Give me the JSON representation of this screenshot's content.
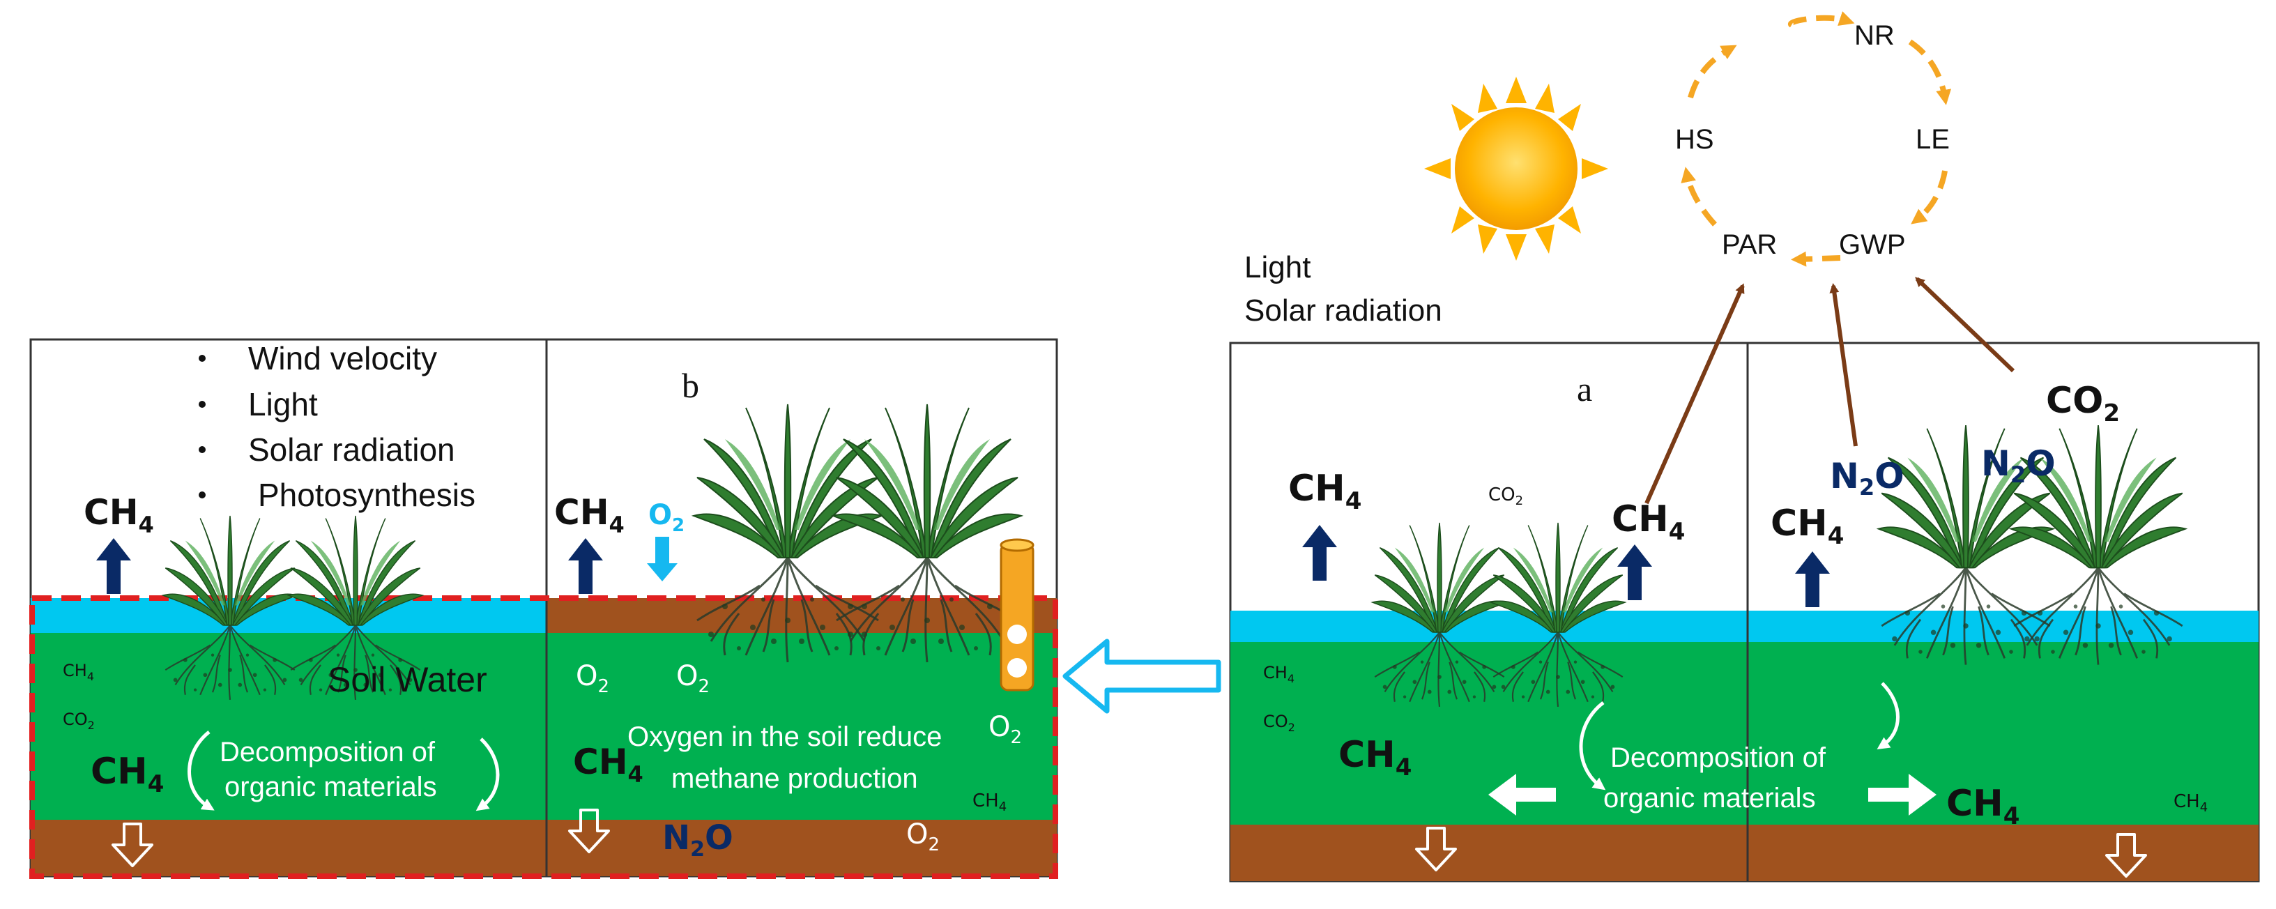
{
  "left_panel": {
    "factors": [
      "Wind velocity",
      "Light",
      "Solar radiation",
      "Photosynthesis"
    ],
    "soil_water_label": "Soil Water",
    "decomp_line1": "Decomposition of",
    "decomp_line2": "organic materials",
    "b_label": "b",
    "oxygen_line1": "Oxygen in the soil reduce",
    "oxygen_line2": "methane production"
  },
  "right_panel": {
    "a_label": "a",
    "light_label": "Light",
    "solar_label": "Solar radiation",
    "decomp_line1": "Decomposition of",
    "decomp_line2": "organic materials"
  },
  "cycle": {
    "nodes": [
      "NR",
      "LE",
      "GWP",
      "PAR",
      "HS"
    ]
  },
  "gases": {
    "ch4": "CH",
    "ch4_sub": "4",
    "co2": "CO",
    "co2_sub": "2",
    "n2o_n": "N",
    "n2o_sub": "2",
    "n2o_o": "O",
    "o2": "O",
    "o2_sub": "2"
  },
  "colors": {
    "soil_water_green": "#00b050",
    "flood_water_blue": "#00c8f0",
    "soil_brown": "#a0521e",
    "navy_arrow": "#0a2a66",
    "red_dash": "#e02020",
    "orange_cycle": "#f5a623",
    "sun_core": "#ffb300",
    "connector_brown": "#7a3b16",
    "oxygen_cyan": "#16b8f0",
    "plant_green": "#2f7d2f"
  },
  "icons": [
    "sun-icon",
    "up-arrow-icon",
    "down-hollow-arrow-icon",
    "left-hollow-arrow-icon",
    "rice-plant-icon",
    "aerenchyma-tube-icon",
    "curved-arrow-icon"
  ]
}
